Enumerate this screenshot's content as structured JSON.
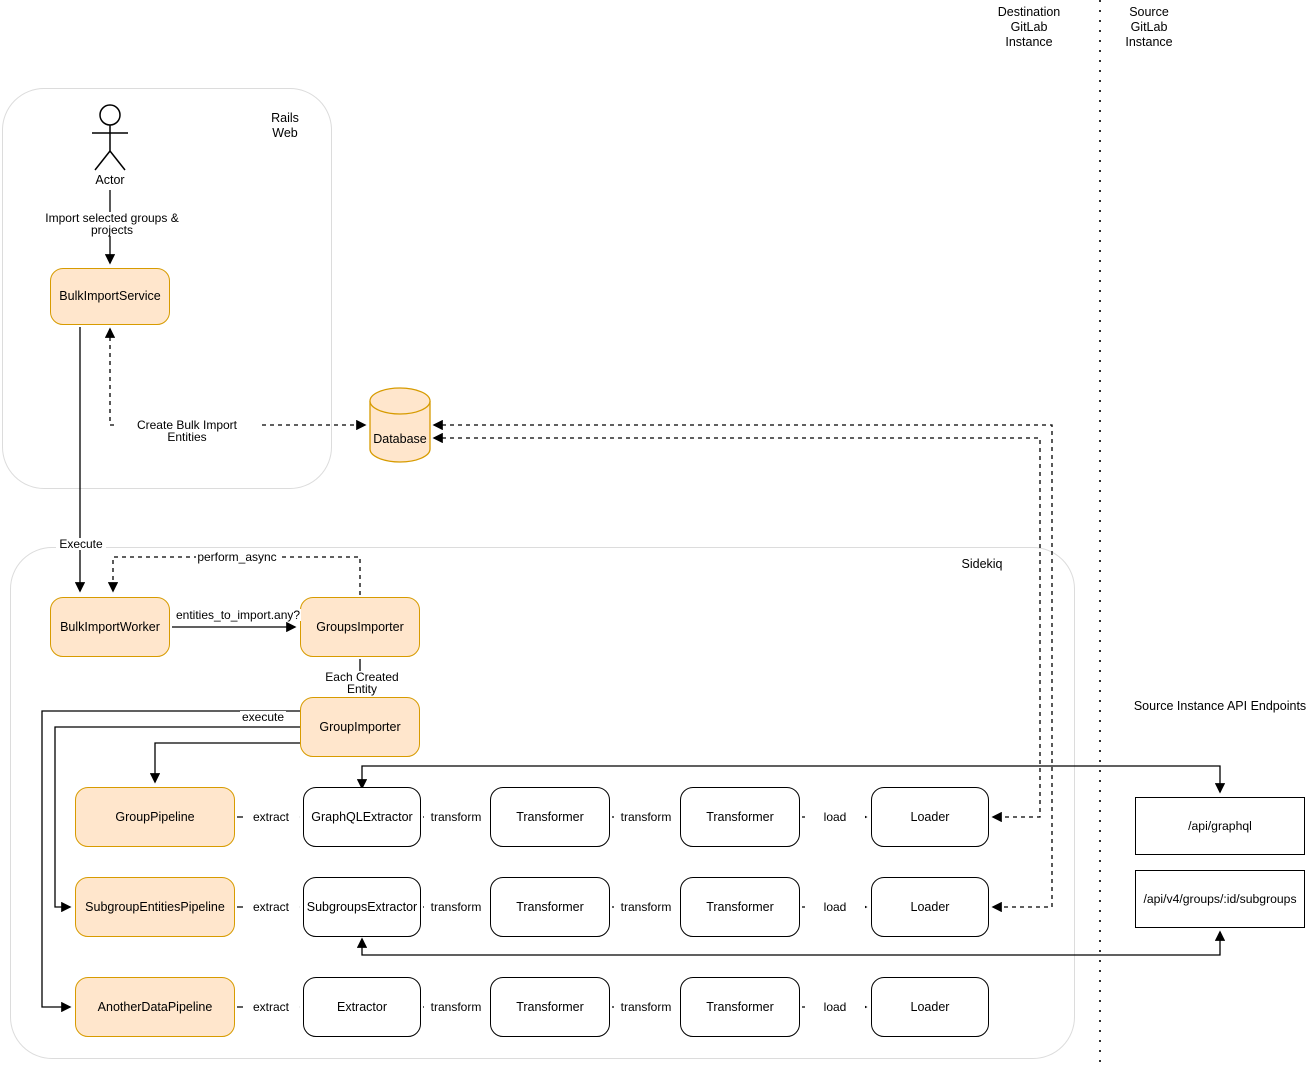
{
  "lanes": {
    "destination": {
      "lines": [
        "Destination",
        "GitLab",
        "Instance"
      ]
    },
    "source": {
      "lines": [
        "Source",
        "GitLab",
        "Instance"
      ]
    }
  },
  "containers": {
    "rails_web": {
      "lines": [
        "Rails",
        "Web"
      ]
    },
    "sidekiq": {
      "label": "Sidekiq"
    }
  },
  "actor": {
    "label": "Actor"
  },
  "headings": {
    "api_endpoints": "Source Instance API Endpoints"
  },
  "nodes": {
    "bulk_import_service": "BulkImportService",
    "database": "Database",
    "bulk_import_worker": "BulkImportWorker",
    "groups_importer": "GroupsImporter",
    "group_importer": "GroupImporter",
    "group_pipeline": "GroupPipeline",
    "subgroup_entities_pipeline": "SubgroupEntitiesPipeline",
    "another_data_pipeline": "AnotherDataPipeline",
    "graphql_extractor": "GraphQLExtractor",
    "subgroups_extractor": "SubgroupsExtractor",
    "extractor": "Extractor",
    "transformer": "Transformer",
    "loader": "Loader",
    "api_graphql": "/api/graphql",
    "api_subgroups": "/api/v4/groups/:id/subgroups"
  },
  "edges": {
    "import_selected": "Import selected groups & projects",
    "create_bulk_import_entities": "Create Bulk Import Entities",
    "execute_service": "Execute",
    "perform_async": "perform_async",
    "entities_to_import": "entities_to_import.any?",
    "each_created_entity": "Each Created Entity",
    "execute_importer": "execute",
    "extract": "extract",
    "transform": "transform",
    "load": "load"
  },
  "colors": {
    "orange_fill": "#FFE6CC",
    "orange_stroke": "#D79B00",
    "node_stroke": "#000000",
    "container_stroke": "#DCDCDC",
    "text": "#000000",
    "background": "#FFFFFF"
  }
}
